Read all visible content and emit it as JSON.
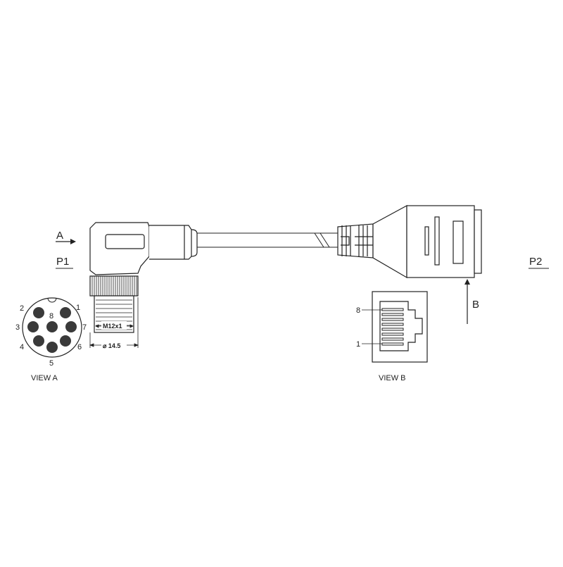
{
  "labels": {
    "arrow_a": "A",
    "arrow_b": "B",
    "p1": "P1",
    "p2": "P2",
    "view_a": "VIEW  A",
    "view_b": "VIEW  B",
    "thread": "M12x1",
    "diameter": "⌀ 14.5"
  },
  "pins_view_a": [
    "1",
    "2",
    "3",
    "4",
    "5",
    "6",
    "7",
    "8"
  ],
  "pins_view_b": [
    "8",
    "1"
  ],
  "colors": {
    "line": "#222222",
    "pin_fill": "#3a3a3a"
  }
}
